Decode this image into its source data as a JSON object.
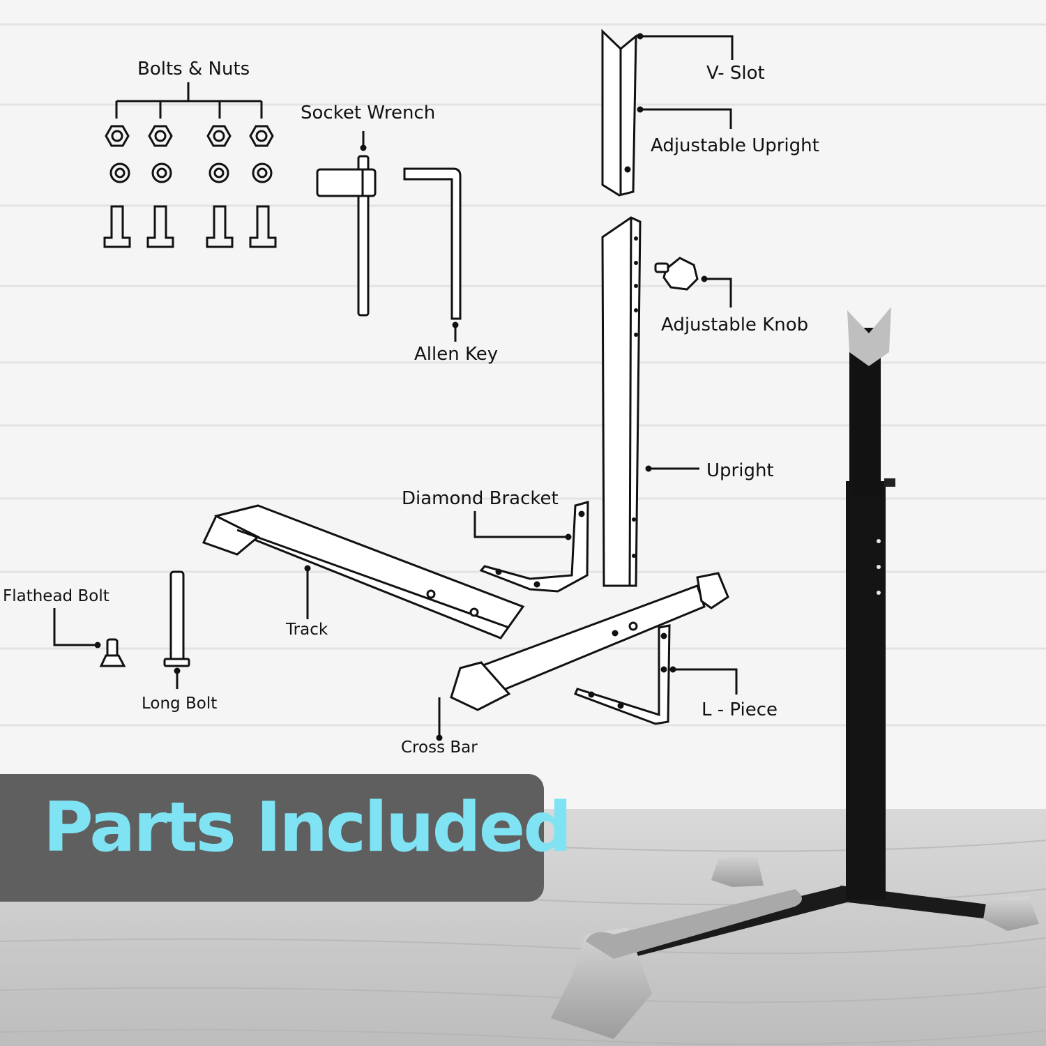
{
  "labels": {
    "bolts_nuts": "Bolts & Nuts",
    "socket_wrench": "Socket Wrench",
    "allen_key": "Allen Key",
    "v_slot": "V- Slot",
    "adjustable_upright": "Adjustable Upright",
    "adjustable_knob": "Adjustable Knob",
    "upright": "Upright",
    "diamond_bracket": "Diamond Bracket",
    "flathead_bolt": "Flathead Bolt",
    "track": "Track",
    "long_bolt": "Long Bolt",
    "cross_bar": "Cross Bar",
    "l_piece": "L - Piece"
  },
  "banner": {
    "title": "Parts Included"
  },
  "colors": {
    "banner_bg": "#5f5f5f",
    "banner_text": "#7fe3f4",
    "wall": "#f4f4f4",
    "floor": "#cfcfcf",
    "stand_metal": "#141414",
    "stand_caps": "#b9b9b9"
  }
}
